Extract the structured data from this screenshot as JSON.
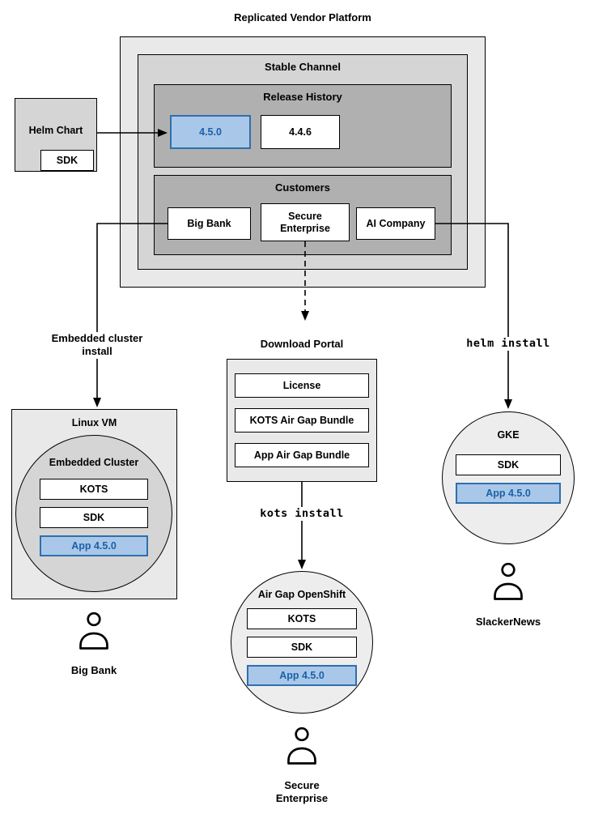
{
  "colors": {
    "highlight_fill": "#a9c8e9",
    "highlight_border": "#2f6fad",
    "highlight_text": "#1d5fa9"
  },
  "icons": {
    "persona": "person-icon",
    "arrow": "arrowhead-icon"
  },
  "platform": {
    "title": "Replicated Vendor Platform",
    "stable_channel": {
      "title": "Stable Channel",
      "release_history": {
        "title": "Release History",
        "releases": [
          {
            "label": "4.5.0",
            "highlighted": true
          },
          {
            "label": "4.4.6",
            "highlighted": false
          }
        ]
      },
      "customers": {
        "title": "Customers",
        "items": [
          {
            "label": "Big Bank"
          },
          {
            "label": "Secure Enterprise"
          },
          {
            "label": "AI Company"
          }
        ]
      }
    }
  },
  "helm_chart": {
    "title": "Helm Chart",
    "sdk_label": "SDK"
  },
  "flow_left": {
    "arrow_label": "Embedded cluster install",
    "vm": {
      "title": "Linux VM",
      "cluster": {
        "title": "Embedded Cluster",
        "components": [
          "KOTS",
          "SDK",
          "App 4.5.0"
        ]
      }
    },
    "persona": "Big Bank"
  },
  "flow_middle": {
    "portal": {
      "title": "Download Portal",
      "items": [
        "License",
        "KOTS Air Gap Bundle",
        "App Air Gap Bundle"
      ]
    },
    "install_command": "kots install",
    "cluster": {
      "title": "Air Gap OpenShift",
      "components": [
        "KOTS",
        "SDK",
        "App 4.5.0"
      ]
    },
    "persona": "Secure Enterprise"
  },
  "flow_right": {
    "install_command": "helm install",
    "cluster": {
      "title": "GKE",
      "components": [
        "SDK",
        "App 4.5.0"
      ]
    },
    "persona": "SlackerNews"
  }
}
